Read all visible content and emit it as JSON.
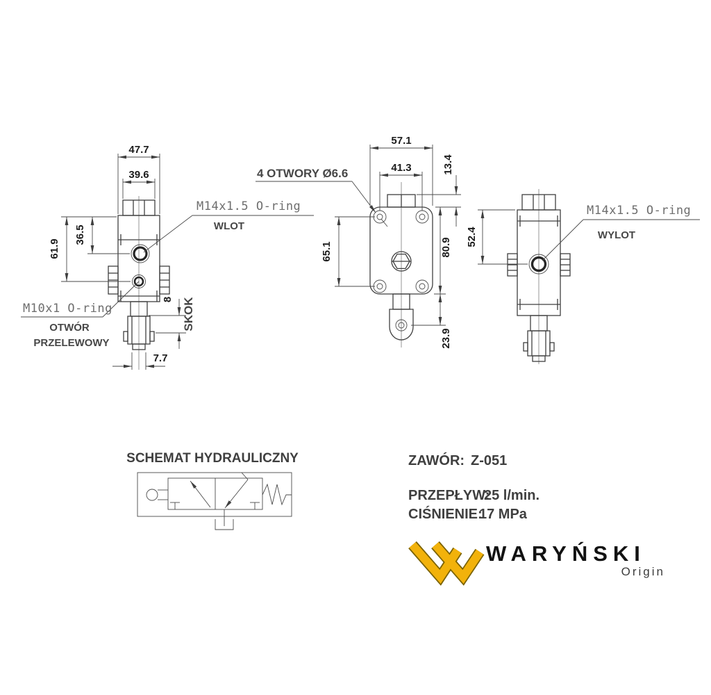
{
  "drawing": {
    "left_view": {
      "dim_width_outer": "47.7",
      "dim_width_cap": "39.6",
      "dim_height_total": "61.9",
      "dim_height_inlet": "36.5",
      "dim_stroke": "8",
      "label_stroke": "SKOK",
      "dim_tip": "7.7",
      "label_inlet_thread": "M14x1.5 O-ring",
      "label_inlet": "WLOT",
      "label_overflow_thread": "M10x1 O-ring",
      "label_overflow_line1": "OTWÓR",
      "label_overflow_line2": "PRZELEWOWY"
    },
    "front_view": {
      "label_holes": "4 OTWORY Ø6.6",
      "dim_width_outer": "57.1",
      "dim_holes_x": "41.3",
      "dim_cap": "13.4",
      "dim_holes_y": "65.1",
      "dim_height": "80.9",
      "dim_clevis": "23.9"
    },
    "right_view": {
      "dim_height_outlet": "52.4",
      "label_outlet_thread": "M14x1.5 O-ring",
      "label_outlet": "WYLOT"
    }
  },
  "schematic": {
    "title": "SCHEMAT HYDRAULICZNY"
  },
  "specs": {
    "valve_label": "ZAWÓR:",
    "valve_value": "Z-051",
    "flow_label": "PRZEPŁYW:",
    "flow_value": "25 l/min.",
    "pressure_label": "CIŚNIENIE:",
    "pressure_value": "17 MPa"
  },
  "brand": {
    "name": "WARYŃSKI",
    "tagline": "Origin",
    "accent": "#F2B20B",
    "accent_outline": "#7a6200"
  }
}
